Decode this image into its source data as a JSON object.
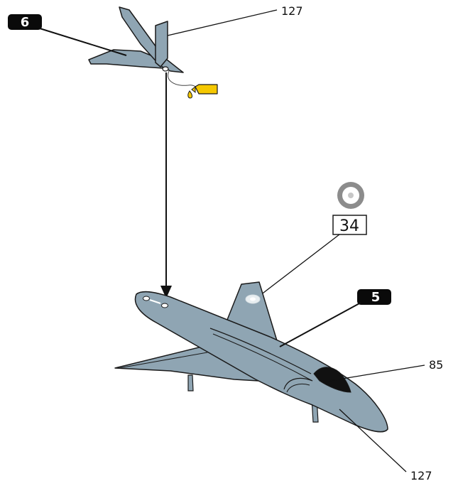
{
  "steps": {
    "tail_step": "6",
    "body_step": "5"
  },
  "part_labels": {
    "tail_part_number": "127",
    "canopy_part_number": "85",
    "fuselage_part_number": "127"
  },
  "decal": {
    "number": "34",
    "icon": "roundel-decal-icon"
  },
  "icons": {
    "glue": "glue-bottle-icon",
    "assembly_arrow": "down-arrow-icon"
  },
  "colors": {
    "plane_body": "#8fa5b3",
    "outline": "#1a1a1a",
    "step_badge": "#0a0a0a",
    "glue_bottle": "#f5c800",
    "canopy": "#111111",
    "roundel_outer": "#8c8c8c",
    "roundel_inner": "#c7c7c7"
  }
}
